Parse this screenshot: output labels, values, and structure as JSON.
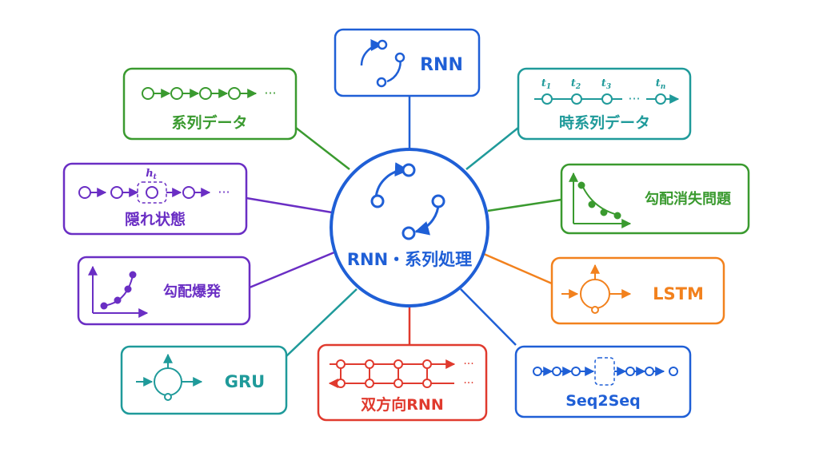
{
  "colors": {
    "blue": "#1f5fd6",
    "green": "#3a9a2f",
    "teal": "#1f9a9a",
    "purple": "#6a2ec4",
    "orange": "#f2811d",
    "red": "#e03a2e"
  },
  "center": {
    "label": "RNN・系列処理"
  },
  "nodes": {
    "rnn": {
      "label": "RNN"
    },
    "sequence_data": {
      "label": "系列データ",
      "ellipsis": "···"
    },
    "time_series": {
      "label": "時系列データ",
      "t1": "t",
      "t1_sub": "1",
      "t2": "t",
      "t2_sub": "2",
      "t3": "t",
      "t3_sub": "3",
      "tn": "t",
      "tn_sub": "n",
      "ellipsis": "···"
    },
    "hidden_state": {
      "label": "隠れ状態",
      "ht": "h",
      "ht_sub": "t",
      "ellipsis": "···"
    },
    "vanishing_gradient": {
      "label": "勾配消失問題"
    },
    "exploding_gradient": {
      "label": "勾配爆発"
    },
    "lstm": {
      "label": "LSTM"
    },
    "gru": {
      "label": "GRU"
    },
    "bidirectional": {
      "label": "双方向RNN",
      "ellipsis_top": "···",
      "ellipsis_bottom": "···"
    },
    "seq2seq": {
      "label": "Seq2Seq"
    }
  }
}
